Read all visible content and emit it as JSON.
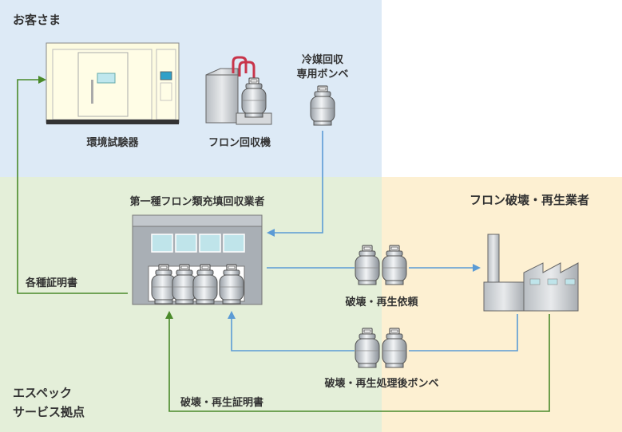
{
  "zones": {
    "customer": "お客さま",
    "espec_line1": "エスペック",
    "espec_line2": "サービス拠点",
    "destruction": "フロン破壊・再生業者"
  },
  "nodes": {
    "chamber": "環境試験器",
    "recovery_machine": "フロン回収機",
    "cylinder_line1": "冷媒回収",
    "cylinder_line2": "専用ボンベ",
    "recovery_business": "第一種フロン類充填回収業者"
  },
  "flows": {
    "certificates": "各種証明書",
    "destroy_request": "破壊・再生依頼",
    "processed_cylinders": "破壊・再生処理後ボンベ",
    "destroy_certificate": "破壊・再生証明書"
  },
  "colors": {
    "blue_arrow": "#5b9bd5",
    "green_arrow": "#4a8a2a",
    "customer_bg": "#ddeaf6",
    "espec_bg": "#e4efd9",
    "destruction_bg": "#fdf0d2"
  }
}
